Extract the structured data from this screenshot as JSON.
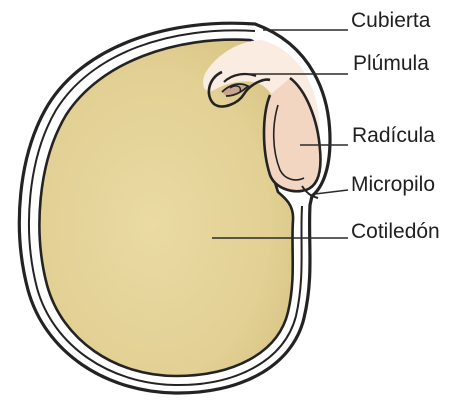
{
  "labels": {
    "cubierta": "Cubierta",
    "plumula": "Plúmula",
    "radicula": "Radícula",
    "micropilo": "Micropilo",
    "cotiledon": "Cotiledón"
  },
  "colors": {
    "cotyledon_fill": "#e6d59a",
    "outline": "#232323",
    "coat_light": "#ffffff",
    "embryo_tint": "#efc7a6"
  }
}
